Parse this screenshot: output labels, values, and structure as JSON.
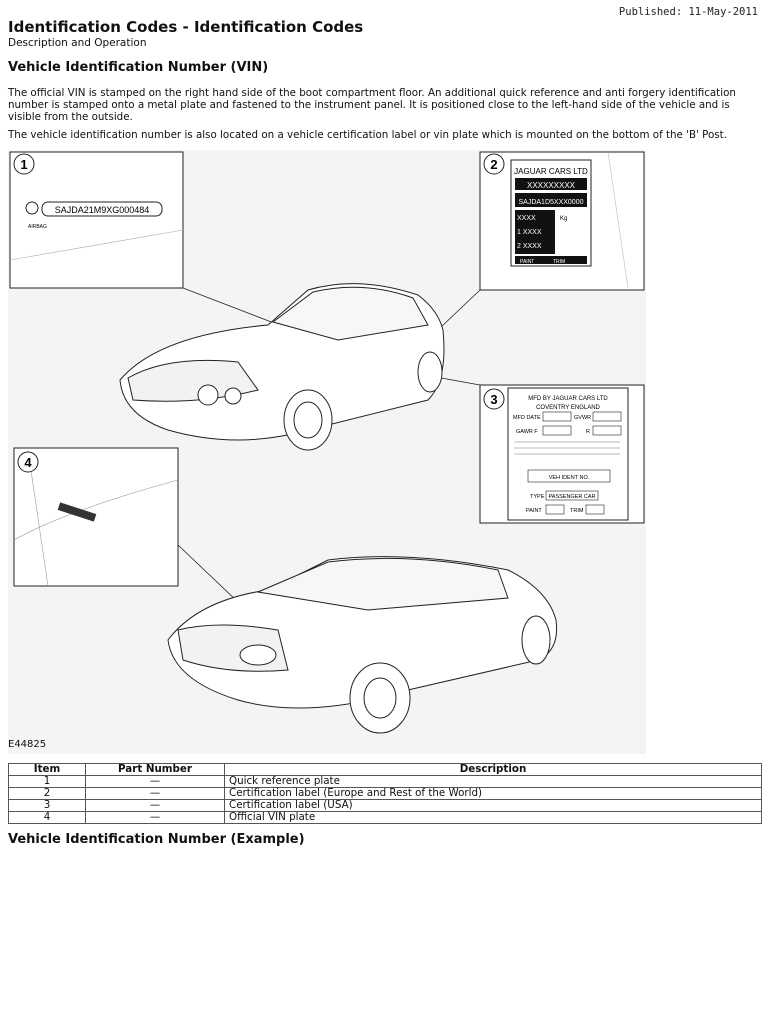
{
  "header": {
    "published": "Published: 11-May-2011",
    "title": "Identification Codes - Identification Codes",
    "subtitle": "Description and Operation"
  },
  "section_vin": {
    "heading": "Vehicle Identification Number (VIN)",
    "para1": "The official VIN is stamped on the right hand side of the boot compartment floor. An additional quick reference and anti forgery identification number is stamped onto a metal plate and fastened to the instrument panel. It is positioned close to the left-hand side of the vehicle and is visible from the outside.",
    "para2": "The vehicle identification number is also located on a vehicle certification label or vin plate which is mounted on the bottom of the 'B' Post."
  },
  "figure": {
    "id": "E44825",
    "callouts": [
      "1",
      "2",
      "3",
      "4"
    ],
    "plate1": {
      "vin": "SAJDA21M9XG000484",
      "logo": "AIRBAG"
    },
    "plate2": {
      "brand": "JAGUAR CARS LTD",
      "code": "XXXXXXXXX",
      "vin_bar": "SAJDA1D5XXX0000",
      "rows": [
        "XXXX",
        "1 XXXX",
        "2 XXXX"
      ],
      "kg": "Kg",
      "footer": [
        "PAINT",
        "TRIM"
      ]
    },
    "plate3": {
      "maker": "MFD BY JAGUAR CARS LTD",
      "place": "COVENTRY ENGLAND",
      "mfd_date": "MFD DATE",
      "gvwr": "GVWR",
      "gawr_f": "GAWR F",
      "r": "R",
      "vin_label": "VEH IDENT NO.",
      "type": "TYPE",
      "type_value": "PASSENGER CAR",
      "paint": "PAINT",
      "trim": "TRIM"
    }
  },
  "parts_table": {
    "headers": {
      "item": "Item",
      "part": "Part Number",
      "desc": "Description"
    },
    "rows": [
      {
        "item": "1",
        "part": "—",
        "desc": "Quick reference plate"
      },
      {
        "item": "2",
        "part": "—",
        "desc": "Certification label (Europe and Rest of the World)"
      },
      {
        "item": "3",
        "part": "—",
        "desc": "Certification label (USA)"
      },
      {
        "item": "4",
        "part": "—",
        "desc": "Official VIN plate"
      }
    ]
  },
  "section_example": {
    "heading": "Vehicle Identification Number (Example)"
  }
}
